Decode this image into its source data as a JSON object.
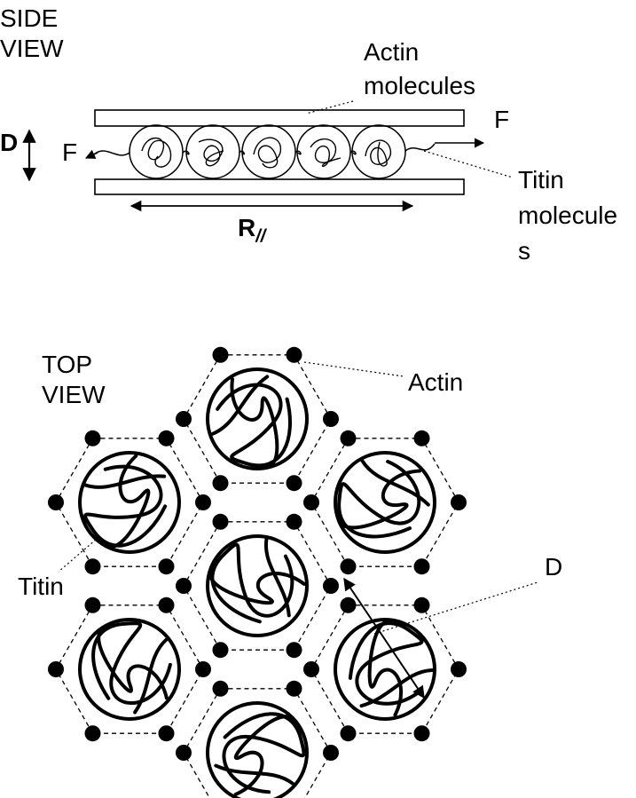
{
  "side_view": {
    "title_line1": "SIDE",
    "title_line2": "VIEW",
    "actin_label_line1": "Actin",
    "actin_label_line2": "molecules",
    "force_left": "F",
    "force_right": "F",
    "spacing_label": "D",
    "length_label": "R",
    "length_subscript": "//",
    "titin_label_line1": "Titin",
    "titin_label_line2": "molecule",
    "titin_label_line3": "s"
  },
  "top_view": {
    "title_line1": "TOP",
    "title_line2": "VIEW",
    "actin_label": "Actin",
    "titin_label": "Titin",
    "spacing_label": "D"
  }
}
